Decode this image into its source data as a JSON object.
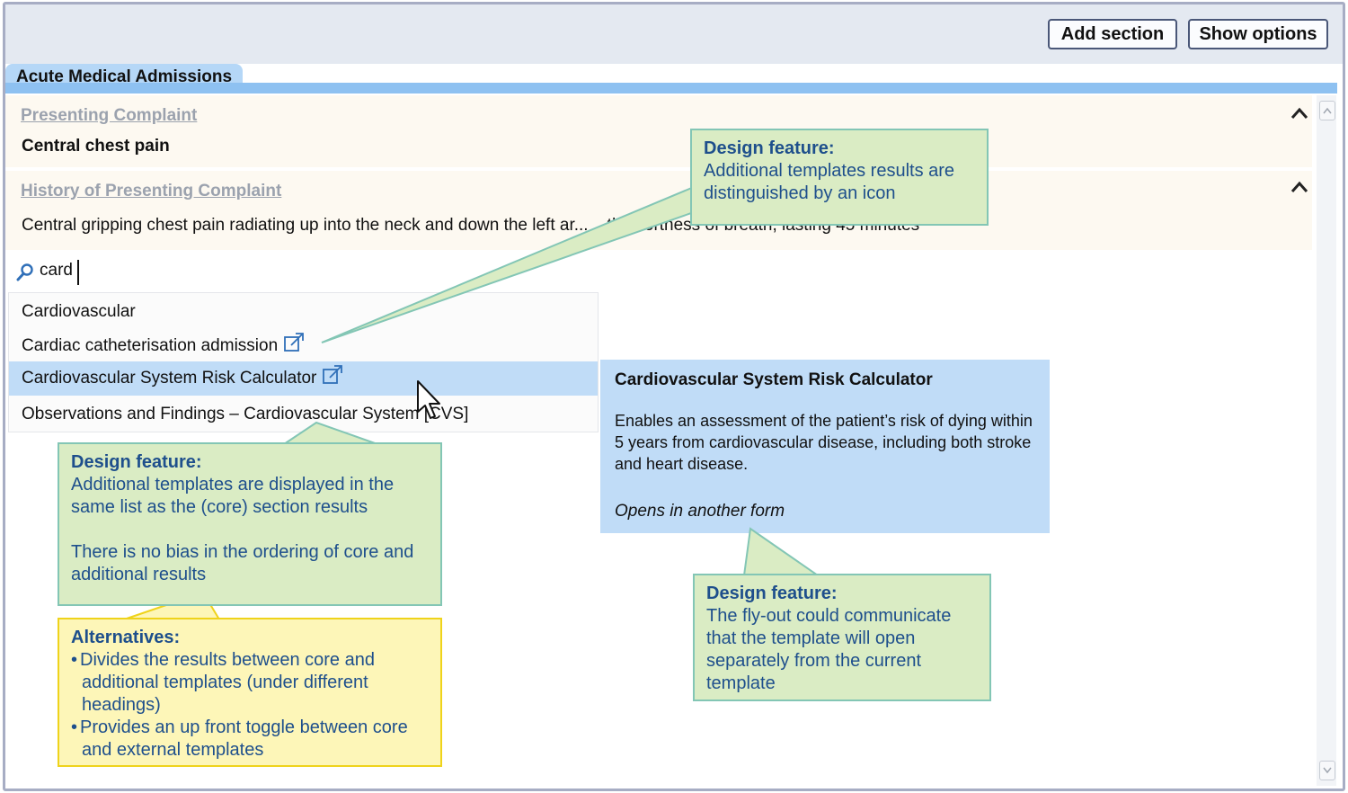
{
  "toolbar": {
    "add_section": "Add section",
    "show_options": "Show options"
  },
  "tab": {
    "label": "Acute Medical Admissions"
  },
  "sections": [
    {
      "heading": "Presenting Complaint",
      "value": "Central chest pain"
    },
    {
      "heading": "History of Presenting Complaint",
      "value": "Central gripping chest pain radiating up into the neck and down the left ar... ...th shortness of breath, lasting 45 minutes"
    }
  ],
  "search": {
    "value": "card"
  },
  "results": [
    {
      "label": "Cardiovascular",
      "external": false
    },
    {
      "label": "Cardiac catheterisation admission",
      "external": true
    },
    {
      "label": "Cardiovascular System Risk Calculator",
      "external": true,
      "selected": true
    },
    {
      "label": "Observations and Findings – Cardiovascular System [CVS]",
      "external": false
    }
  ],
  "flyout": {
    "title": "Cardiovascular System Risk Calculator",
    "description": "Enables an assessment of the patient’s risk of dying within 5 years from cardiovascular disease, including both stroke and heart disease.",
    "note": "Opens in another form"
  },
  "callouts": {
    "icon": {
      "title": "Design feature:",
      "text": "Additional templates results are distinguished by an icon"
    },
    "list": {
      "title": "Design feature:",
      "text1": "Additional templates are displayed in the same list as the (core) section results",
      "text2": "There is no bias in the ordering of core and additional results"
    },
    "flyout": {
      "title": "Design feature:",
      "text": "The fly-out could communicate that the template will open separately from the current template"
    },
    "alternatives": {
      "title": "Alternatives:",
      "items": [
        "Divides the results between core and additional templates (under different headings)",
        "Provides an up front toggle between core and external templates"
      ]
    }
  },
  "colors": {
    "selected_row": "#c0dcf7",
    "callout_green": "#daecc4",
    "callout_yellow": "#fdf6b8",
    "callout_text": "#1e4f8c",
    "tab_blue": "#8ec1f1"
  }
}
